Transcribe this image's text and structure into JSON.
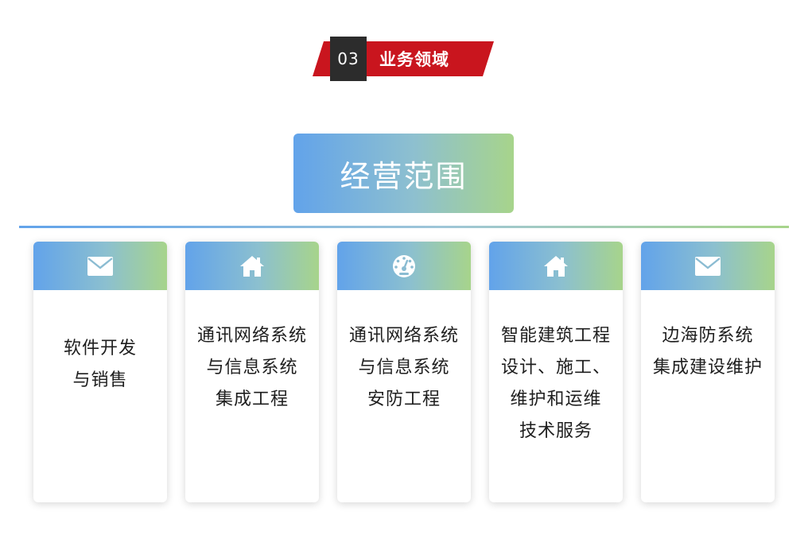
{
  "section": {
    "number": "03",
    "title": "业务领域"
  },
  "banner": {
    "title": "经营范围"
  },
  "cards": [
    {
      "icon": "envelope-icon",
      "text": "软件开发\n与销售"
    },
    {
      "icon": "home-icon",
      "text": "通讯网络系统\n与信息系统\n集成工程"
    },
    {
      "icon": "gauge-icon",
      "text": "通讯网络系统\n与信息系统\n安防工程"
    },
    {
      "icon": "home-icon",
      "text": "智能建筑工程\n设计、施工、\n维护和运维\n技术服务"
    },
    {
      "icon": "envelope-icon",
      "text": "边海防系统\n集成建设维护"
    }
  ],
  "colors": {
    "red": "#c9151e",
    "dark": "#2c2c2c",
    "blue": "#62a3ea",
    "green": "#a7d48b"
  }
}
